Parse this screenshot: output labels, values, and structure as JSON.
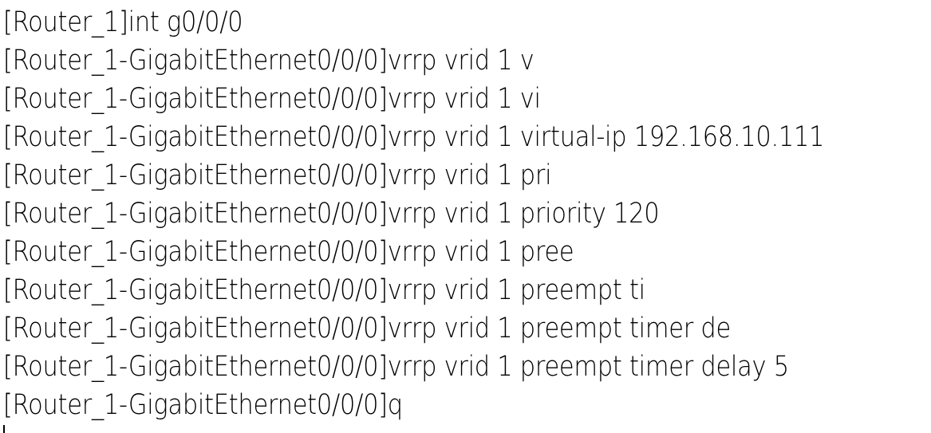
{
  "terminal": {
    "lines": [
      {
        "prompt": "[Router_1]",
        "command": "int g0/0/0"
      },
      {
        "prompt": "[Router_1-GigabitEthernet0/0/0]",
        "command": "vrrp vrid 1 v"
      },
      {
        "prompt": "[Router_1-GigabitEthernet0/0/0]",
        "command": "vrrp vrid 1 vi"
      },
      {
        "prompt": "[Router_1-GigabitEthernet0/0/0]",
        "command": "vrrp vrid 1 virtual-ip 192.168.10.111"
      },
      {
        "prompt": "[Router_1-GigabitEthernet0/0/0]",
        "command": "vrrp vrid 1 pri"
      },
      {
        "prompt": "[Router_1-GigabitEthernet0/0/0]",
        "command": "vrrp vrid 1 priority 120"
      },
      {
        "prompt": "[Router_1-GigabitEthernet0/0/0]",
        "command": "vrrp vrid 1 pree"
      },
      {
        "prompt": "[Router_1-GigabitEthernet0/0/0]",
        "command": "vrrp vrid 1 preempt ti"
      },
      {
        "prompt": "[Router_1-GigabitEthernet0/0/0]",
        "command": "vrrp vrid 1 preempt timer de"
      },
      {
        "prompt": "[Router_1-GigabitEthernet0/0/0]",
        "command": "vrrp vrid 1 preempt timer delay 5"
      },
      {
        "prompt": "[Router_1-GigabitEthernet0/0/0]",
        "command": "q"
      }
    ]
  },
  "colors": {
    "background": "#ffffff",
    "text": "#000000"
  }
}
